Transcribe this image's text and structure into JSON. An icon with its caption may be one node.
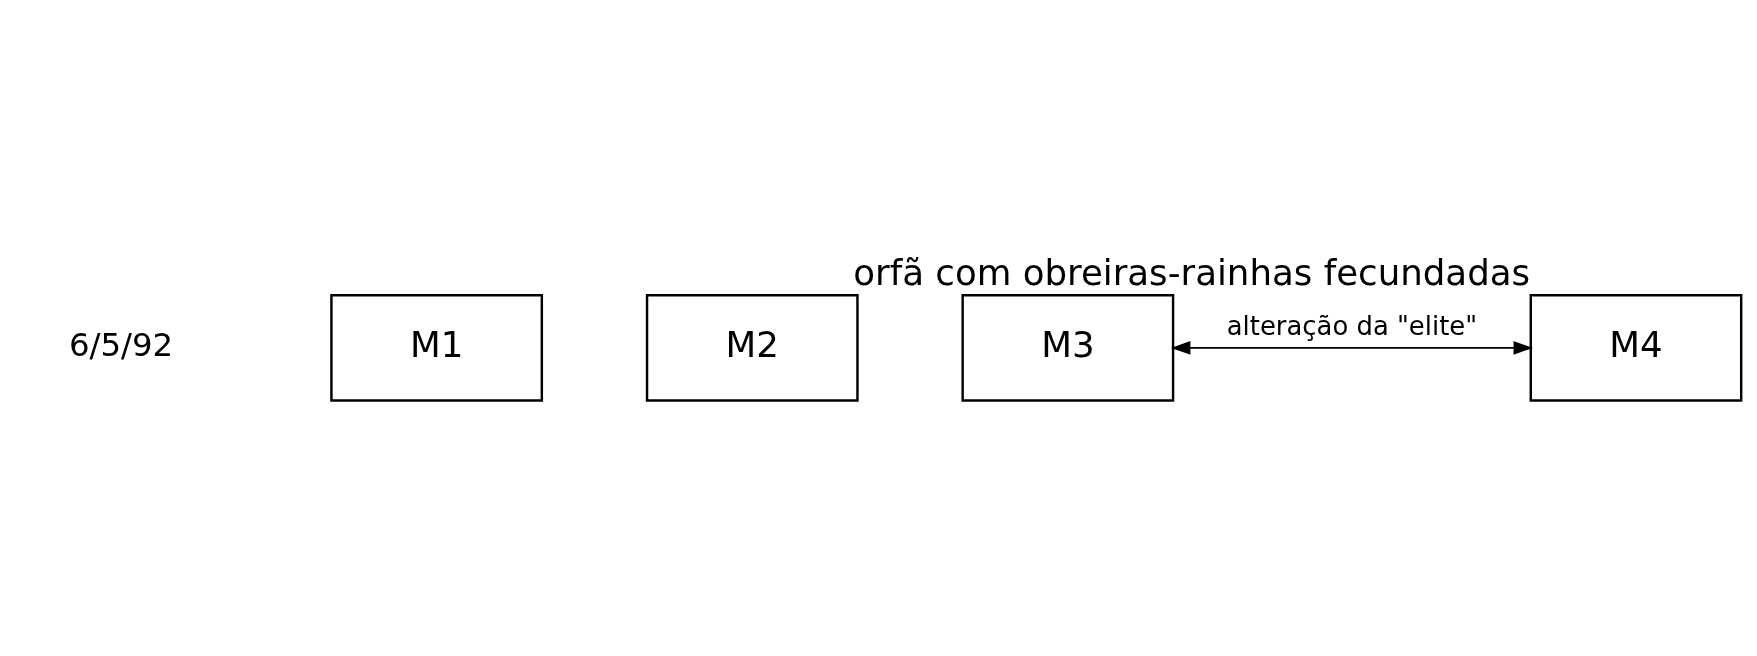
{
  "diagram": {
    "nodes": [
      {
        "text": [
          "M1"
        ]
      },
      {
        "text": [
          "M2"
        ]
      },
      {
        "text": [
          "M3"
        ]
      },
      {
        "text": [
          "M4"
        ],
        "beside": [
          "orfã com obreiras-rainhas fecundadas"
        ]
      }
    ],
    "edges": [
      {
        "from": 2,
        "to": 3,
        "arrow": "both",
        "label": "alteração da \"elite\""
      }
    ],
    "labels": [
      "6/5/92"
    ]
  }
}
